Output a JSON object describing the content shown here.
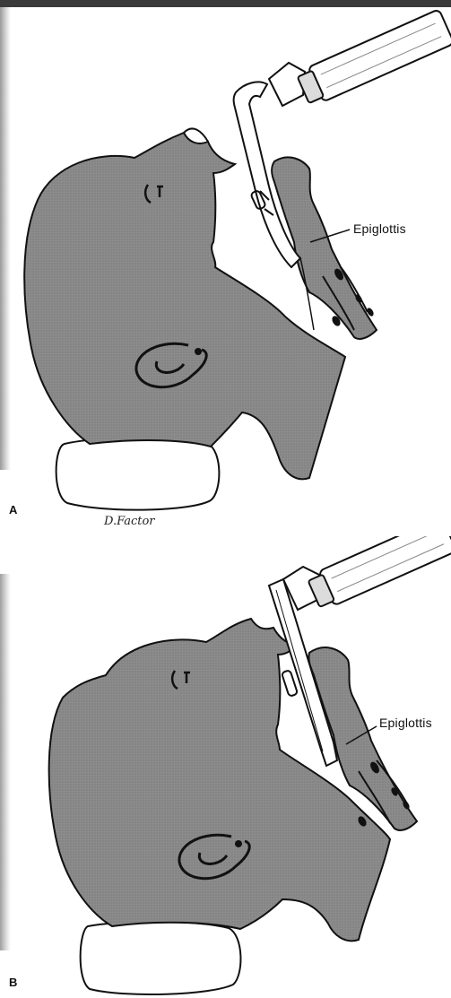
{
  "panels": [
    {
      "letter": "A",
      "callout": "Epiglottis",
      "signature": "D.Factor"
    },
    {
      "letter": "B",
      "callout": "Epiglottis"
    }
  ],
  "colors": {
    "skin": "#8a8a8a",
    "outline": "#111111",
    "pillow": "#ffffff",
    "frame": "#3a3a3a"
  }
}
